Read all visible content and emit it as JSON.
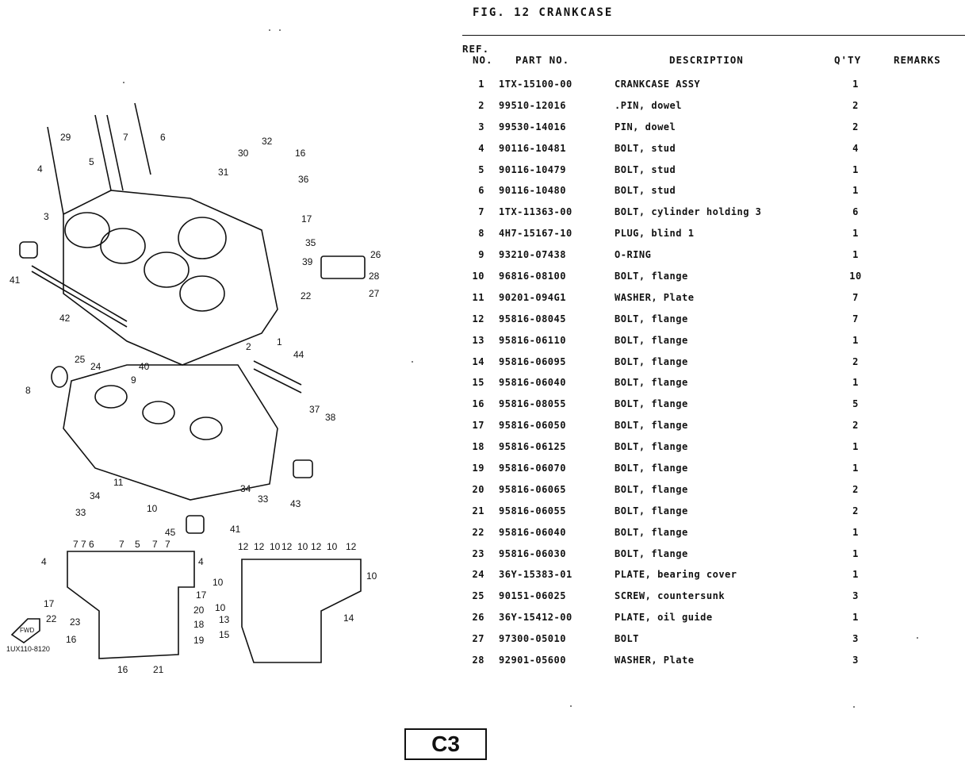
{
  "figure": {
    "title": "FIG. 12   CRANKCASE"
  },
  "table_header": {
    "ref_line1": "REF.",
    "ref_line2": "NO.",
    "part_no": "PART NO.",
    "description": "DESCRIPTION",
    "qty": "Q'TY",
    "remarks": "REMARKS"
  },
  "parts": [
    {
      "ref": "1",
      "part_no": "1TX-15100-00",
      "description": "CRANKCASE ASSY",
      "qty": "1"
    },
    {
      "ref": "2",
      "part_no": "99510-12016",
      "description": ".PIN, dowel",
      "qty": "2"
    },
    {
      "ref": "3",
      "part_no": "99530-14016",
      "description": "PIN, dowel",
      "qty": "2"
    },
    {
      "ref": "4",
      "part_no": "90116-10481",
      "description": "BOLT, stud",
      "qty": "4"
    },
    {
      "ref": "5",
      "part_no": "90116-10479",
      "description": "BOLT, stud",
      "qty": "1"
    },
    {
      "ref": "6",
      "part_no": "90116-10480",
      "description": "BOLT, stud",
      "qty": "1"
    },
    {
      "ref": "7",
      "part_no": "1TX-11363-00",
      "description": "BOLT, cylinder holding 3",
      "qty": "6"
    },
    {
      "ref": "8",
      "part_no": "4H7-15167-10",
      "description": "PLUG, blind 1",
      "qty": "1"
    },
    {
      "ref": "9",
      "part_no": "93210-07438",
      "description": "O-RING",
      "qty": "1"
    },
    {
      "ref": "10",
      "part_no": "96816-08100",
      "description": "BOLT, flange",
      "qty": "10"
    },
    {
      "ref": "11",
      "part_no": "90201-094G1",
      "description": "WASHER, Plate",
      "qty": "7"
    },
    {
      "ref": "12",
      "part_no": "95816-08045",
      "description": "BOLT, flange",
      "qty": "7"
    },
    {
      "ref": "13",
      "part_no": "95816-06110",
      "description": "BOLT, flange",
      "qty": "1"
    },
    {
      "ref": "14",
      "part_no": "95816-06095",
      "description": "BOLT, flange",
      "qty": "2"
    },
    {
      "ref": "15",
      "part_no": "95816-06040",
      "description": "BOLT, flange",
      "qty": "1"
    },
    {
      "ref": "16",
      "part_no": "95816-08055",
      "description": "BOLT, flange",
      "qty": "5"
    },
    {
      "ref": "17",
      "part_no": "95816-06050",
      "description": "BOLT, flange",
      "qty": "2"
    },
    {
      "ref": "18",
      "part_no": "95816-06125",
      "description": "BOLT, flange",
      "qty": "1"
    },
    {
      "ref": "19",
      "part_no": "95816-06070",
      "description": "BOLT, flange",
      "qty": "1"
    },
    {
      "ref": "20",
      "part_no": "95816-06065",
      "description": "BOLT, flange",
      "qty": "2"
    },
    {
      "ref": "21",
      "part_no": "95816-06055",
      "description": "BOLT, flange",
      "qty": "2"
    },
    {
      "ref": "22",
      "part_no": "95816-06040",
      "description": "BOLT, flange",
      "qty": "1"
    },
    {
      "ref": "23",
      "part_no": "95816-06030",
      "description": "BOLT, flange",
      "qty": "1"
    },
    {
      "ref": "24",
      "part_no": "36Y-15383-01",
      "description": "PLATE, bearing cover",
      "qty": "1"
    },
    {
      "ref": "25",
      "part_no": "90151-06025",
      "description": "SCREW, countersunk",
      "qty": "3"
    },
    {
      "ref": "26",
      "part_no": "36Y-15412-00",
      "description": "PLATE, oil guide",
      "qty": "1"
    },
    {
      "ref": "27",
      "part_no": "97300-05010",
      "description": "BOLT",
      "qty": "3"
    },
    {
      "ref": "28",
      "part_no": "92901-05600",
      "description": "WASHER, Plate",
      "qty": "3"
    }
  ],
  "diagram": {
    "callouts_main": [
      "1",
      "2",
      "3",
      "4",
      "5",
      "6",
      "7",
      "8",
      "9",
      "10",
      "11",
      "22",
      "24",
      "25",
      "26",
      "27",
      "28",
      "29",
      "30",
      "31",
      "32",
      "33",
      "34",
      "35",
      "36",
      "37",
      "38",
      "39",
      "40",
      "41",
      "42",
      "43",
      "44",
      "45"
    ],
    "fwd_label": "FWD",
    "drawing_code": "1UX110-8120",
    "lower_left_callouts": [
      "7",
      "7",
      "6",
      "7",
      "5",
      "7",
      "7",
      "4",
      "4",
      "17",
      "17",
      "22",
      "23",
      "20",
      "18",
      "19",
      "16",
      "16",
      "21"
    ],
    "lower_right_callouts": [
      "12",
      "12",
      "10",
      "12",
      "10",
      "12",
      "10",
      "12",
      "10",
      "10",
      "10",
      "13",
      "15",
      "14"
    ]
  },
  "page_label": "C3"
}
